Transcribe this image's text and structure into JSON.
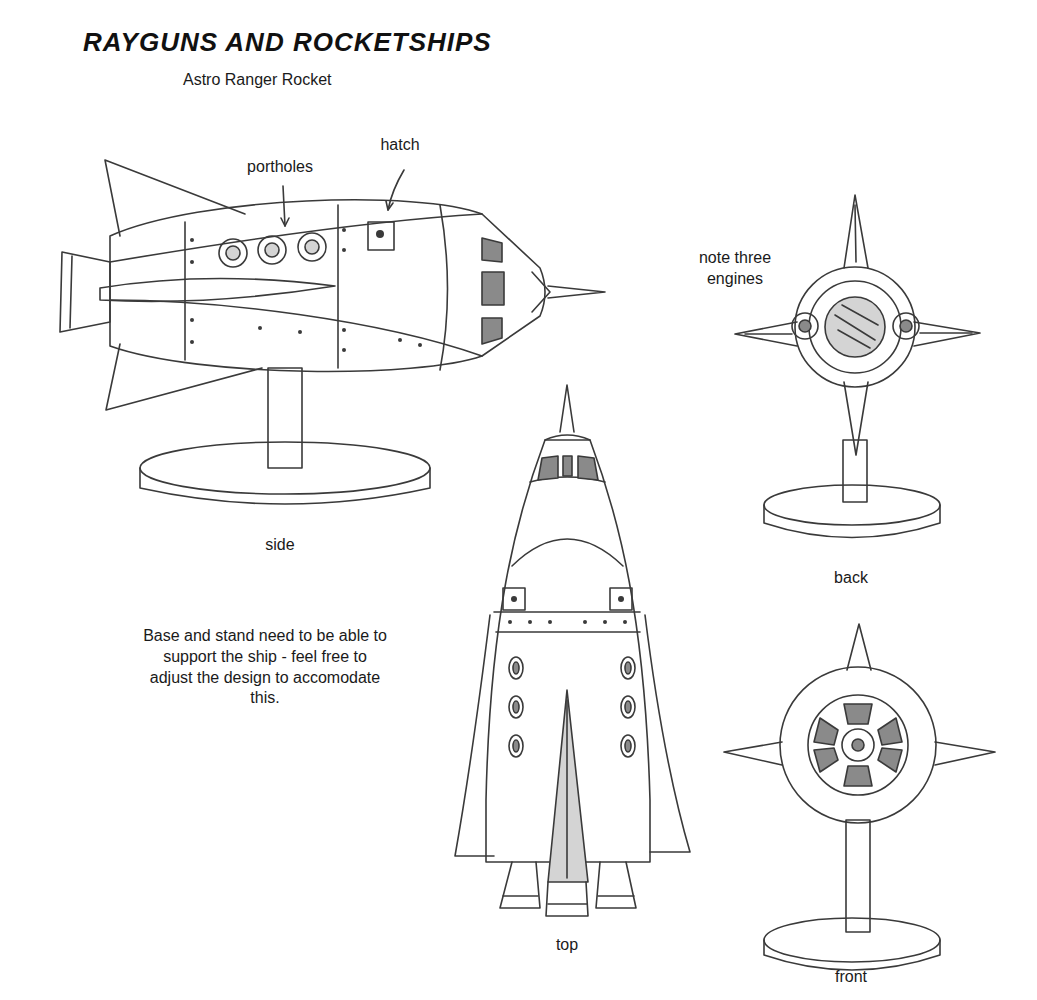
{
  "diagram": {
    "title": "RAYGUNS AND ROCKETSHIPS",
    "labels": [
      "Astro Ranger Rocket",
      "portholes",
      "hatch",
      "note three engines",
      "side",
      "top",
      "back",
      "front",
      "Base and stand need to be able to support the ship - feel free to adjust the design to accomodate this."
    ]
  }
}
